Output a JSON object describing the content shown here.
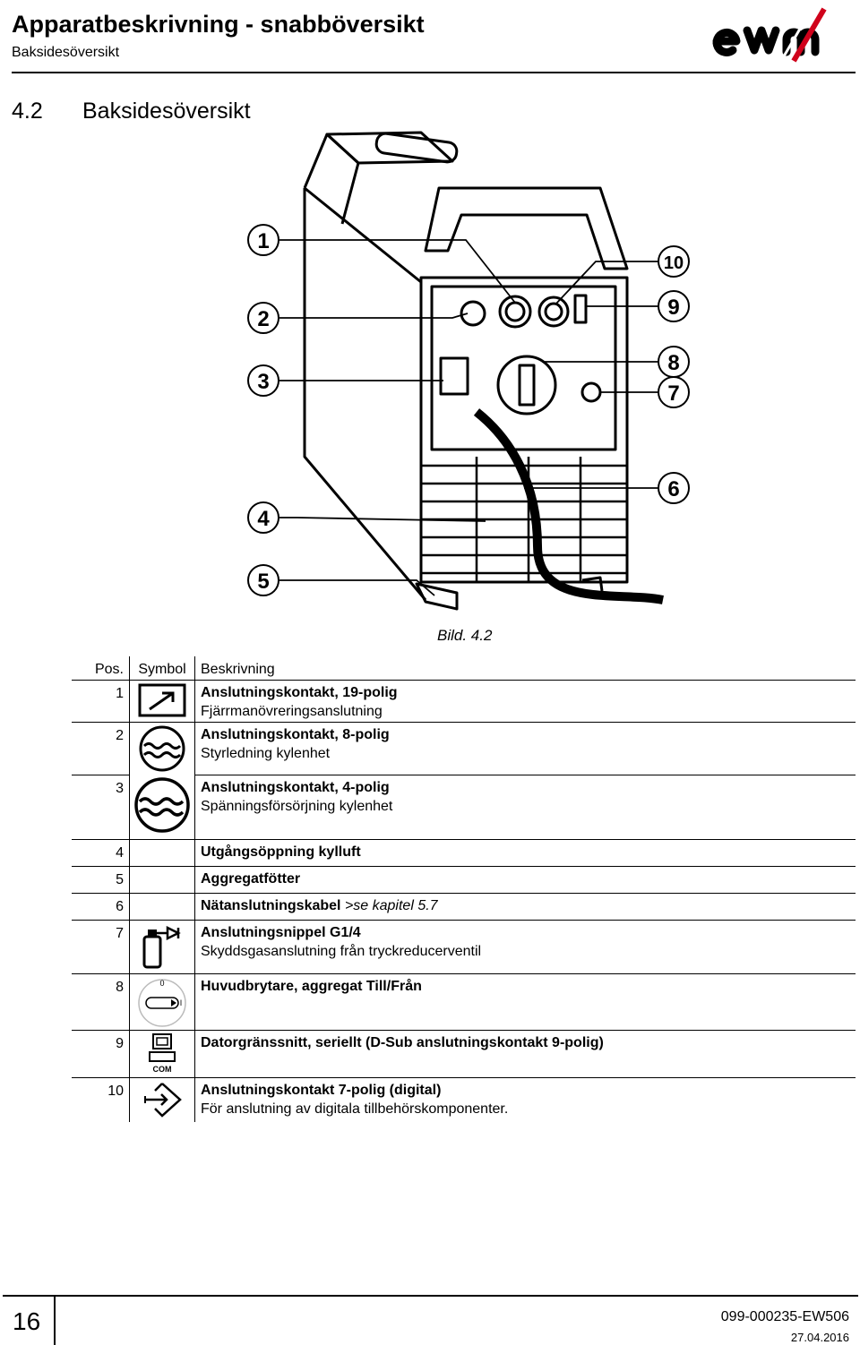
{
  "header": {
    "title": "Apparatbeskrivning - snabböversikt",
    "subtitle": "Baksidesöversikt",
    "logo_text": "ewm"
  },
  "section": {
    "number": "4.2",
    "title": "Baksidesöversikt"
  },
  "figure": {
    "caption": "Bild. 4.2",
    "callouts": [
      "1",
      "2",
      "3",
      "4",
      "5",
      "6",
      "7",
      "8",
      "9",
      "10"
    ]
  },
  "table": {
    "headers": {
      "pos": "Pos.",
      "symbol": "Symbol",
      "desc": "Beskrivning"
    },
    "rows": [
      {
        "pos": "1",
        "icon": "remote-control-icon",
        "title": "Anslutningskontakt, 19-polig",
        "detail": "Fjärrmanövreringsanslutning"
      },
      {
        "pos": "2",
        "icon": "coolant-icon",
        "title": "Anslutningskontakt, 8-polig",
        "detail": "Styrledning kylenhet"
      },
      {
        "pos": "3",
        "icon": "coolant-icon",
        "title": "Anslutningskontakt, 4-polig",
        "detail": "Spänningsförsörjning kylenhet"
      },
      {
        "pos": "4",
        "icon": "",
        "title": "Utgångsöppning kylluft",
        "detail": ""
      },
      {
        "pos": "5",
        "icon": "",
        "title": "Aggregatfötter",
        "detail": ""
      },
      {
        "pos": "6",
        "icon": "",
        "title": "Nätanslutningskabel",
        "ref": ">se kapitel 5.7",
        "detail": ""
      },
      {
        "pos": "7",
        "icon": "gas-cylinder-icon",
        "title": "Anslutningsnippel G1/4",
        "detail": "Skyddsgasanslutning från tryckreducerventil"
      },
      {
        "pos": "8",
        "icon": "main-switch-icon",
        "title": "Huvudbrytare, aggregat Till/Från",
        "detail": "",
        "switch_labels": [
          "0",
          "I"
        ]
      },
      {
        "pos": "9",
        "icon": "computer-com-icon",
        "title": "Datorgränssnitt, seriellt (D-Sub anslutningskontakt 9-polig)",
        "detail": "",
        "icon_label": "COM"
      },
      {
        "pos": "10",
        "icon": "digital-connector-icon",
        "title": "Anslutningskontakt 7-polig (digital)",
        "detail": "För anslutning av digitala tillbehörskomponenter."
      }
    ]
  },
  "footer": {
    "page": "16",
    "doc_number": "099-000235-EW506",
    "date": "27.04.2016"
  }
}
